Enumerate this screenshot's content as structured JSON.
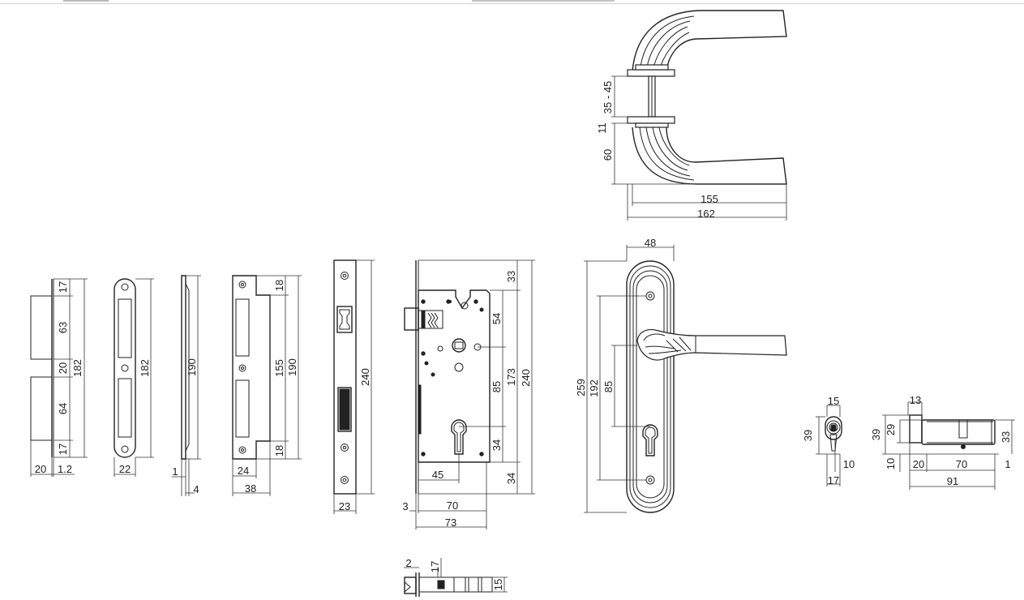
{
  "drawing": {
    "handle_side": {
      "d1": "35 - 45",
      "d2": "11",
      "d3": "60",
      "d4": "155",
      "d5": "162"
    },
    "strike_left": {
      "d1": "17",
      "d2": "63",
      "d3": "20",
      "d4": "64",
      "d5": "17",
      "d6": "182",
      "d7": "20",
      "d8": "1.2"
    },
    "strike_plate_22": {
      "d1": "182",
      "d2": "22"
    },
    "thin_plate": {
      "d1": "190",
      "d2": "1",
      "d3": "4"
    },
    "strike_box": {
      "d1": "18",
      "d2": "155",
      "d3": "190",
      "d4": "18",
      "d5": "24",
      "d6": "38"
    },
    "faceplate": {
      "d1": "240",
      "d2": "23"
    },
    "lock_body": {
      "d1": "33",
      "d2": "54",
      "d3": "85",
      "d4": "173",
      "d5": "240",
      "d6": "34",
      "d7": "34",
      "d8": "45",
      "d9": "3",
      "d10": "70",
      "d11": "73"
    },
    "handle_plate": {
      "d1": "48",
      "d2": "259",
      "d3": "192",
      "d4": "85"
    },
    "cylinder_front": {
      "d1": "15",
      "d2": "39",
      "d3": "10",
      "d4": "17"
    },
    "cylinder_side": {
      "d1": "13",
      "d2": "39",
      "d3": "29",
      "d4": "33",
      "d5": "10",
      "d6": "20",
      "d7": "70",
      "d8": "1",
      "d9": "91"
    },
    "latch_bolt": {
      "d1": "2",
      "d2": "17",
      "d3": "15"
    }
  }
}
